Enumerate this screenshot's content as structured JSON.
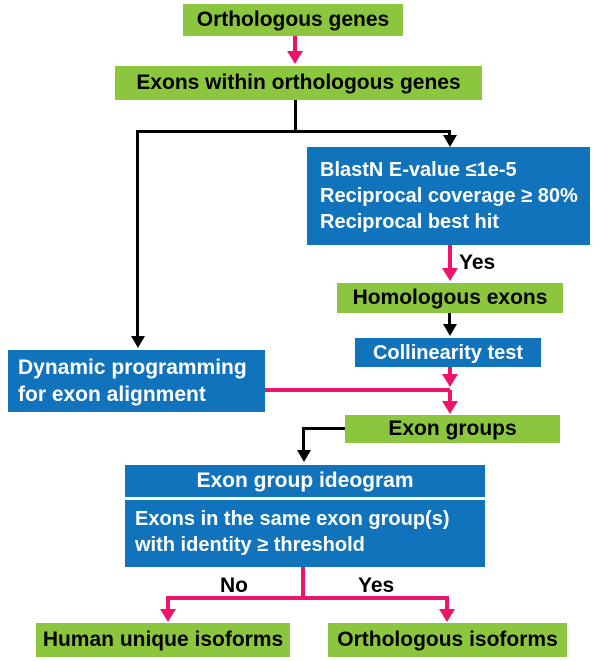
{
  "colors": {
    "green": "#8CC63E",
    "blue": "#1173BB",
    "pink": "#ED156B",
    "line": "#000000"
  },
  "nodes": {
    "orthologous_genes": "Orthologous genes",
    "exons_within_genes": "Exons within orthologous genes",
    "blastn_criteria": [
      "BlastN E-value ≤1e-5",
      "Reciprocal coverage ≥ 80%",
      "Reciprocal best hit"
    ],
    "homologous_exons": "Homologous exons",
    "collinearity_test": "Collinearity test",
    "dynamic_programming": [
      "Dynamic programming",
      "for exon alignment"
    ],
    "exon_groups": "Exon groups",
    "ideogram_header": "Exon group ideogram",
    "ideogram_body": [
      "Exons in the same exon group(s)",
      "with identity ≥ threshold"
    ],
    "human_unique_isoforms": "Human unique isoforms",
    "orthologous_isoforms": "Orthologous isoforms"
  },
  "edge_labels": {
    "blastn_pass": "Yes",
    "identity_fail": "No",
    "identity_pass": "Yes"
  }
}
